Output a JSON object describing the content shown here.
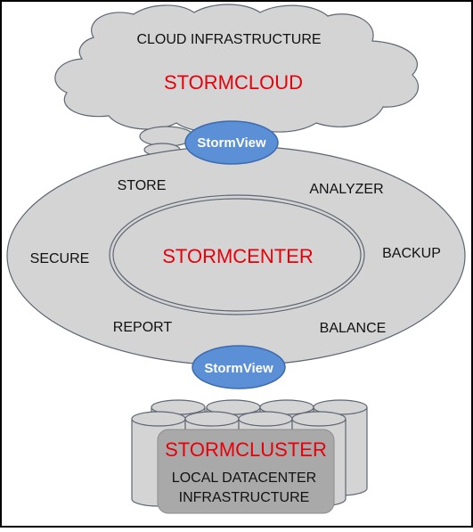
{
  "cloud": {
    "title": "CLOUD INFRASTRUCTURE",
    "name": "STORMCLOUD"
  },
  "stormview_top": {
    "label": "StormView"
  },
  "stormview_bottom": {
    "label": "StormView"
  },
  "center": {
    "name": "STORMCENTER",
    "functions": {
      "store": "STORE",
      "analyzer": "ANALYZER",
      "secure": "SECURE",
      "backup": "BACKUP",
      "report": "REPORT",
      "balance": "BALANCE"
    }
  },
  "cluster": {
    "name": "STORMCLUSTER",
    "line1": "LOCAL DATACENTER",
    "line2": "INFRASTRUCTURE"
  },
  "colors": {
    "accent_red": "#e8000b",
    "view_blue": "#5b8fd6",
    "shape_gray": "#d4d4d4",
    "cluster_panel": "#a9a9a9"
  }
}
